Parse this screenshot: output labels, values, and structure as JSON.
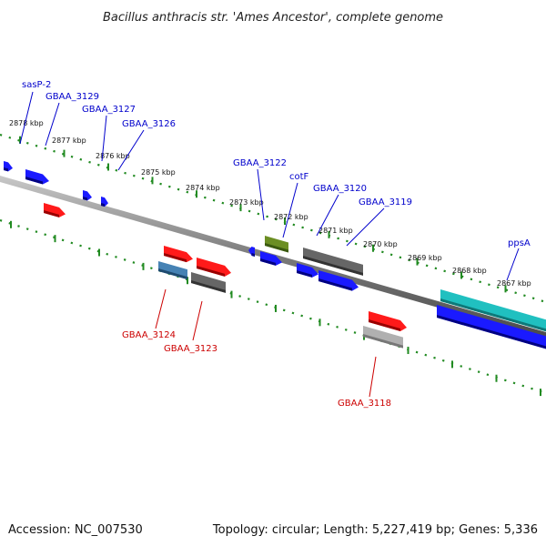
{
  "title": "Bacillus anthracis str. 'Ames Ancestor', complete genome",
  "footer": {
    "accession": "Accession: NC_007530",
    "topology": "Topology: circular; Length: 5,227,419 bp; Genes: 5,336"
  },
  "colors": {
    "backbone": "#808080",
    "ticks": "#228b22",
    "label_top": "#0000cc",
    "label_bottom": "#cc0000"
  },
  "ticks": [
    "2878 kbp",
    "2877 kbp",
    "2876 kbp",
    "2875 kbp",
    "2874 kbp",
    "2873 kbp",
    "2872 kbp",
    "2871 kbp",
    "2870 kbp",
    "2869 kbp",
    "2868 kbp",
    "2867 kbp"
  ],
  "labels_top": [
    "sasP-2",
    "GBAA_3129",
    "GBAA_3127",
    "GBAA_3126",
    "GBAA_3122",
    "cotF",
    "GBAA_3120",
    "GBAA_3119",
    "ppsA"
  ],
  "labels_bottom": [
    "GBAA_3124",
    "GBAA_3123",
    "GBAA_3118"
  ]
}
